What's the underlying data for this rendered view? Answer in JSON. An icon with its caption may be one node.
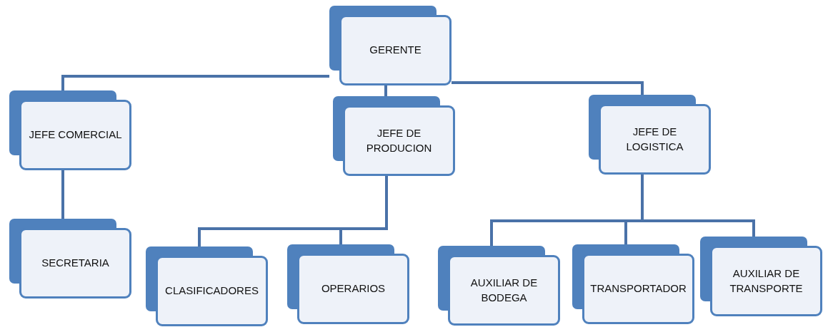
{
  "diagram": {
    "nodes": [
      {
        "text": [
          "GERENTE"
        ]
      },
      {
        "text": [
          "JEFE COMERCIAL"
        ]
      },
      {
        "text": [
          "JEFE DE PRODUCION"
        ]
      },
      {
        "text": [
          "JEFE DE LOGISTICA"
        ]
      },
      {
        "text": [
          "SECRETARIA"
        ]
      },
      {
        "text": [
          "CLASIFICADORES"
        ]
      },
      {
        "text": [
          "OPERARIOS"
        ]
      },
      {
        "text": [
          "AUXILIAR DE BODEGA"
        ]
      },
      {
        "text": [
          "TRANSPORTADOR"
        ]
      },
      {
        "text": [
          "AUXILIAR DE TRANSPORTE"
        ]
      }
    ],
    "edges": [
      {
        "from": 0,
        "to": 1,
        "arrow": "none"
      },
      {
        "from": 0,
        "to": 2,
        "arrow": "none"
      },
      {
        "from": 0,
        "to": 3,
        "arrow": "none"
      },
      {
        "from": 1,
        "to": 4,
        "arrow": "none"
      },
      {
        "from": 2,
        "to": 5,
        "arrow": "none"
      },
      {
        "from": 2,
        "to": 6,
        "arrow": "none"
      },
      {
        "from": 3,
        "to": 7,
        "arrow": "none"
      },
      {
        "from": 3,
        "to": 8,
        "arrow": "none"
      },
      {
        "from": 3,
        "to": 9,
        "arrow": "none"
      }
    ]
  }
}
